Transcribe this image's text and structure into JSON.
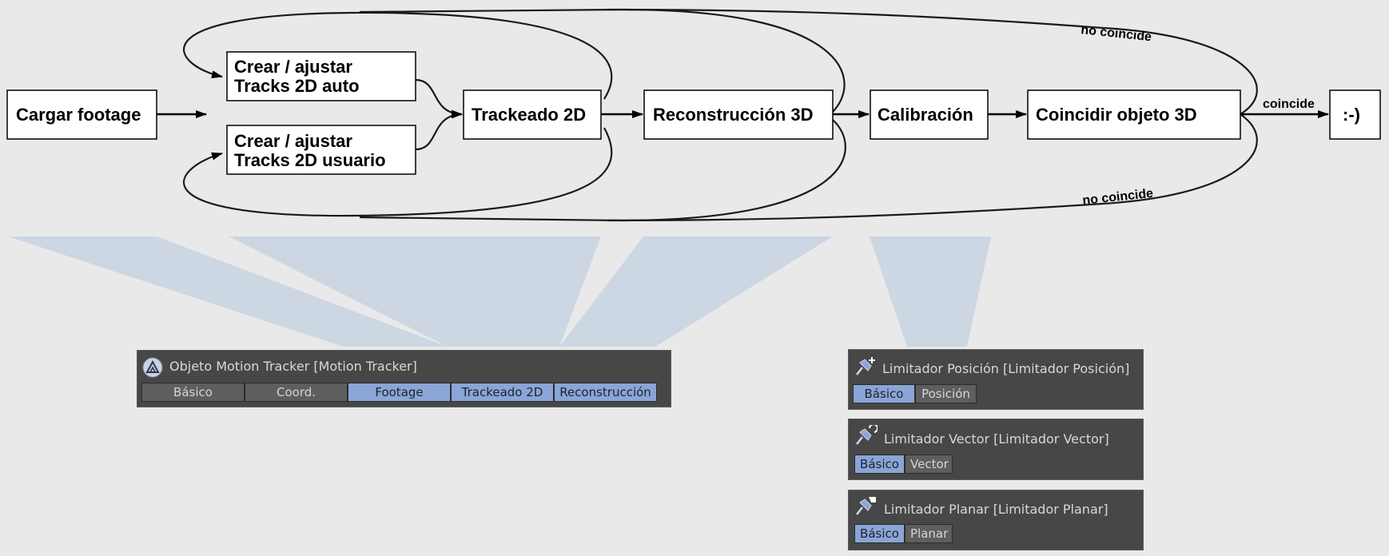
{
  "nodes": {
    "cargar": "Cargar footage",
    "auto_line1": "Crear / ajustar",
    "auto_line2": "Tracks 2D auto",
    "usuario_line1": "Crear / ajustar",
    "usuario_line2": "Tracks 2D usuario",
    "trackeado": "Trackeado 2D",
    "reconstruccion": "Reconstrucción 3D",
    "calibracion": "Calibración",
    "coincidir": "Coincidir objeto 3D",
    "smiley": ":-)"
  },
  "edge_labels": {
    "no_coincide_top": "no coincide",
    "coincide": "coincide",
    "no_coincide_bottom": "no coincide"
  },
  "panels": {
    "motion_tracker": {
      "title": "Objeto Motion Tracker [Motion Tracker]",
      "icon": "motion-tracker-icon",
      "tabs": [
        "Básico",
        "Coord.",
        "Footage",
        "Trackeado 2D",
        "Reconstrucción"
      ],
      "active_tabs": [
        "Footage",
        "Trackeado 2D",
        "Reconstrucción"
      ]
    },
    "limitador_posicion": {
      "title": "Limitador Posición [Limitador Posición]",
      "icon": "pin-plus-icon",
      "tabs": [
        "Básico",
        "Posición"
      ],
      "active_tabs": [
        "Básico"
      ]
    },
    "limitador_vector": {
      "title": "Limitador Vector [Limitador Vector]",
      "icon": "pin-rotate-icon",
      "tabs": [
        "Básico",
        "Vector"
      ],
      "active_tabs": [
        "Básico"
      ]
    },
    "limitador_planar": {
      "title": "Limitador Planar [Limitador Planar]",
      "icon": "pin-plane-icon",
      "tabs": [
        "Básico",
        "Planar"
      ],
      "active_tabs": [
        "Básico"
      ]
    }
  },
  "colors": {
    "background": "#e9e9e9",
    "callout": "#cdd6e3",
    "panel": "#474747",
    "tab": "#5e5e5e",
    "tab_active": "#8aa5d6"
  }
}
